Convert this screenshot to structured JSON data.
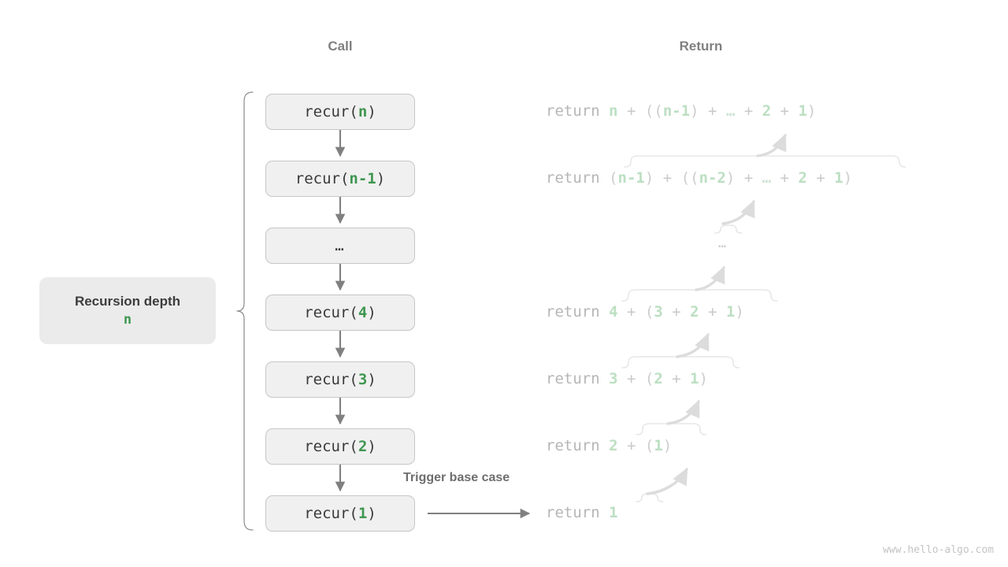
{
  "headers": {
    "call": "Call",
    "return": "Return"
  },
  "depth_panel": {
    "title": "Recursion depth",
    "value": "n"
  },
  "call_stack": [
    {
      "prefix": "recur(",
      "arg": "n",
      "suffix": ")"
    },
    {
      "prefix": "recur(",
      "arg": "n-1",
      "suffix": ")"
    },
    {
      "prefix": "",
      "arg": "",
      "suffix": "",
      "ellipsis": "…"
    },
    {
      "prefix": "recur(",
      "arg": "4",
      "suffix": ")"
    },
    {
      "prefix": "recur(",
      "arg": "3",
      "suffix": ")"
    },
    {
      "prefix": "recur(",
      "arg": "2",
      "suffix": ")"
    },
    {
      "prefix": "recur(",
      "arg": "1",
      "suffix": ")"
    }
  ],
  "return_stack": [
    {
      "text": "return n + ((n-1) + … + 2 + 1)"
    },
    {
      "text": "return (n-1) + ((n-2) + … + 2 + 1)"
    },
    {
      "text": "…"
    },
    {
      "text": "return 4 + (3 + 2 + 1)"
    },
    {
      "text": "return 3 + (2 + 1)"
    },
    {
      "text": "return 2 + (1)"
    },
    {
      "text": "return 1"
    }
  ],
  "trigger_label": "Trigger base case",
  "watermark": "www.hello-algo.com",
  "colors": {
    "accent_green": "#3f9650",
    "faded_green": "#bcdfc2",
    "box_fill": "#f0f0f0",
    "box_border": "#c6c6c6",
    "arrow_gray": "#808080",
    "faded_gray": "#dcdcdc",
    "text_gray": "#b6b6b6",
    "header_gray": "#808080",
    "panel_fill": "#ebebeb"
  }
}
